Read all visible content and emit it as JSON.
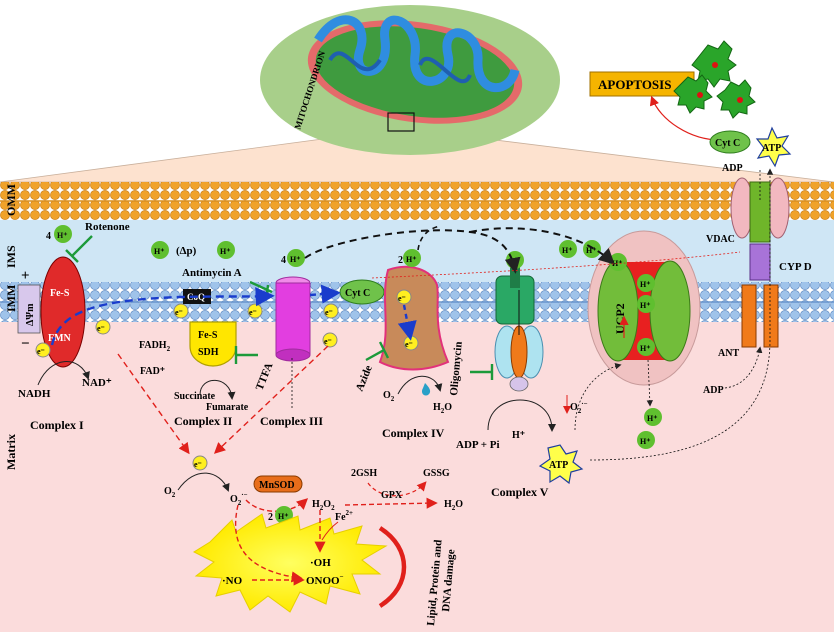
{
  "top": {
    "mitochondrion": "MITOCHONDRION",
    "apoptosis": "APOPTOSIS",
    "cytc": "Cyt C",
    "atp": "ATP",
    "adp": "ADP"
  },
  "side": {
    "omm": "OMM",
    "ims": "IMS",
    "imm": "IMM",
    "matrix": "Matrix",
    "plus": "+",
    "minus": "−",
    "psi": "ΔΨm"
  },
  "ims_text": {
    "h_plus": "H⁺",
    "dp": "(Δp)",
    "four_h": "4",
    "two_h": "2",
    "rotenone": "Rotenone",
    "antimycin": "Antimycin A"
  },
  "complex1": {
    "fes": "Fe-S",
    "fmn": "FMN",
    "nadh": "NADH",
    "nad": "NAD⁺",
    "name": "Complex I"
  },
  "complex2": {
    "fes": "Fe-S",
    "sdh": "SDH",
    "fadh2": "FADH",
    "fad": "FAD⁺",
    "succinate": "Succinate",
    "fumarate": "Fumarate",
    "ttfa": "TTFA",
    "name": "Complex II"
  },
  "complex3": {
    "coq": "CoQ",
    "name": "Complex III"
  },
  "complex4": {
    "cytc": "Cyt C",
    "azide": "Azide",
    "o2": "O",
    "h2o": "H",
    "name": "Complex IV"
  },
  "complex5": {
    "oligomycin": "Oligomycin",
    "adp_pi": "ADP + Pi",
    "h": "H⁺",
    "atp": "ATP",
    "name": "Complex V"
  },
  "right": {
    "ucp2": "UCP2",
    "vdac": "VDAC",
    "cypd": "CYP  D",
    "ant": "ANT",
    "adp": "ADP",
    "o2minus": "O",
    "e": "e⁻",
    "h": "H⁺"
  },
  "matrix": {
    "e": "e⁻",
    "o2": "O",
    "o2r": "O",
    "mnsod": "MnSOD",
    "two_h": "2",
    "h2o2": "H",
    "fe": "Fe",
    "oh": "·OH",
    "no": "·NO",
    "onoo": "ONOO",
    "gsh": "2GSH",
    "gssg": "GSSG",
    "gpx": "GPX",
    "h2o": "H",
    "damage1": "Lipid, Protein and",
    "damage2": "DNA damage"
  }
}
